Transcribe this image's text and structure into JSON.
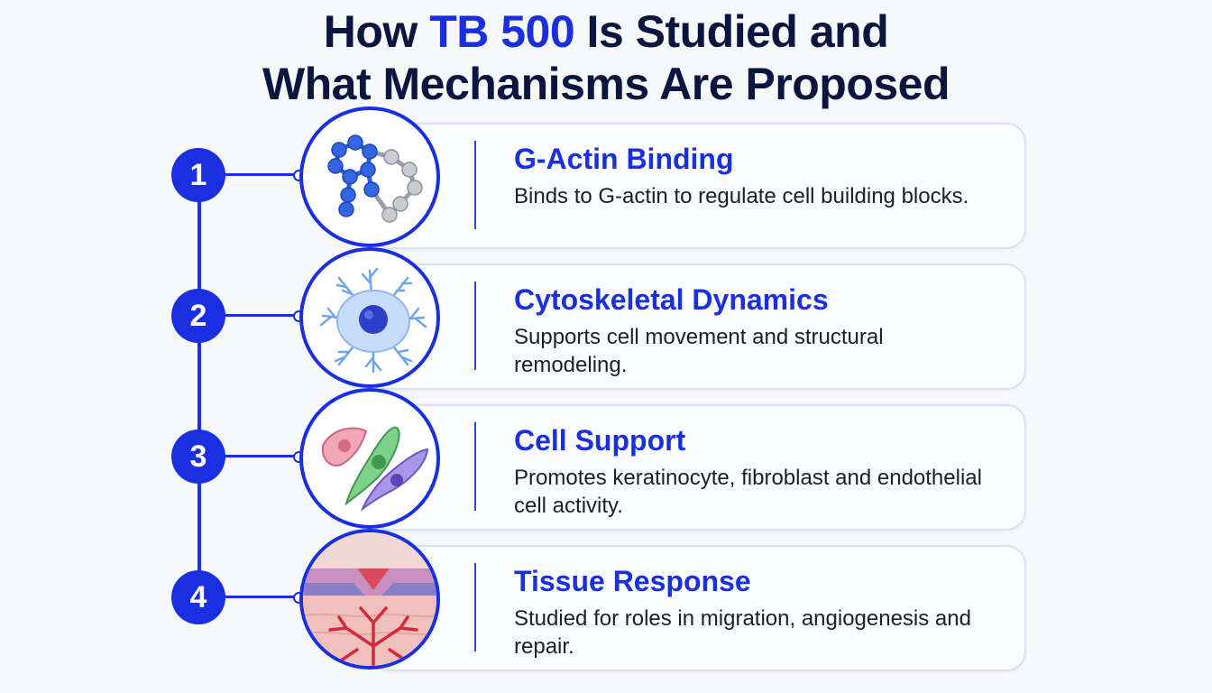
{
  "title": {
    "line1_pre": "How ",
    "line1_accent": "TB 500",
    "line1_post": " Is Studied and",
    "line2": "What Mechanisms Are Proposed"
  },
  "colors": {
    "accent": "#1a2fe0",
    "title_dark": "#0b1640",
    "card_border": "#d9e1f2"
  },
  "steps": [
    {
      "number": "1",
      "icon": "molecule-icon",
      "title": "G-Actin Binding",
      "description": "Binds to G-actin to regulate cell building blocks."
    },
    {
      "number": "2",
      "icon": "cell-icon",
      "title": "Cytoskeletal Dynamics",
      "description": "Supports cell movement and structural remodeling."
    },
    {
      "number": "3",
      "icon": "cells-icon",
      "title": "Cell Support",
      "description": "Promotes keratinocyte, fibroblast and endothelial cell activity."
    },
    {
      "number": "4",
      "icon": "tissue-icon",
      "title": "Tissue Response",
      "description": "Studied for roles in migration, angiogenesis and repair."
    }
  ]
}
